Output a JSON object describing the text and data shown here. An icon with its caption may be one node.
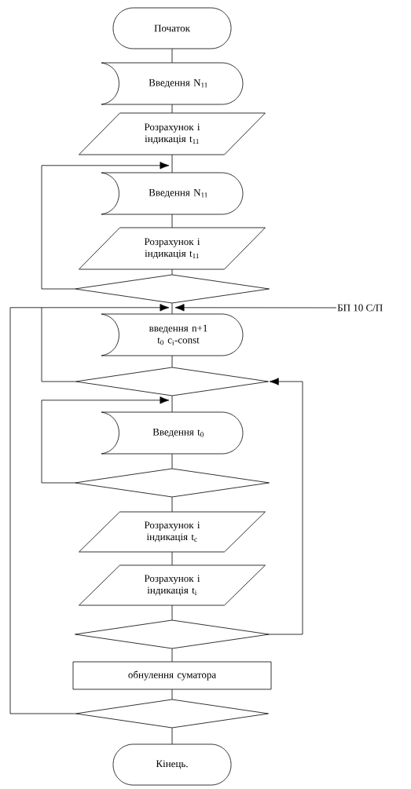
{
  "diagram": {
    "nodes": [
      {
        "text": [
          "Початок"
        ]
      },
      {
        "text": [
          "Введення N$_{11}$"
        ]
      },
      {
        "text": [
          "Розрахунок і індикація t$_{11}$"
        ]
      },
      {
        "text": [
          "Введення N$_{11}$"
        ]
      },
      {
        "text": [
          "Розрахунок і індикація t$_{11}$"
        ]
      },
      {
        "text": [],
        "shape": "diamond"
      },
      {
        "text": [
          "введення n+1 t$_{0}$ c$_{i}$-const"
        ]
      },
      {
        "text": [],
        "shape": "diamond"
      },
      {
        "text": [
          "Введення t$_{0}$"
        ]
      },
      {
        "text": [],
        "shape": "diamond"
      },
      {
        "text": [
          "Розрахунок і індикація t$_{c}$"
        ]
      },
      {
        "text": [
          "Розрахунок і індикація t$_{i}$"
        ]
      },
      {
        "text": [],
        "shape": "diamond"
      },
      {
        "text": [
          "обнулення суматора"
        ]
      },
      {
        "text": [],
        "shape": "diamond"
      },
      {
        "text": [
          "Кінець."
        ]
      },
      {
        "text": [
          "БП 10 С/П"
        ]
      }
    ],
    "edges": [
      {
        "from": 0,
        "to": 1,
        "arrow": "none"
      },
      {
        "from": 1,
        "to": 2,
        "arrow": "none"
      },
      {
        "from": 2,
        "to": 3,
        "arrow": "none"
      },
      {
        "from": 3,
        "to": 4,
        "arrow": "none"
      },
      {
        "from": 4,
        "to": 5,
        "arrow": "none"
      },
      {
        "from": 5,
        "to": 6,
        "arrow": "none"
      },
      {
        "from": 6,
        "to": 7,
        "arrow": "none"
      },
      {
        "from": 7,
        "to": 8,
        "arrow": "none"
      },
      {
        "from": 8,
        "to": 9,
        "arrow": "none"
      },
      {
        "from": 9,
        "to": 10,
        "arrow": "none"
      },
      {
        "from": 10,
        "to": 11,
        "arrow": "none"
      },
      {
        "from": 11,
        "to": 12,
        "arrow": "none"
      },
      {
        "from": 12,
        "to": 13,
        "arrow": "none"
      },
      {
        "from": 13,
        "to": 14,
        "arrow": "none"
      },
      {
        "from": 14,
        "to": 15,
        "arrow": "none"
      },
      {
        "from": 5,
        "to": 3,
        "arrow": "to"
      },
      {
        "from": 16,
        "to": 6,
        "arrow": "to"
      },
      {
        "from": 14,
        "to": 6,
        "arrow": "to"
      },
      {
        "from": 7,
        "to": 6,
        "arrow": "to"
      },
      {
        "from": 9,
        "to": 8,
        "arrow": "to"
      },
      {
        "from": 12,
        "to": 7,
        "arrow": "to"
      }
    ]
  }
}
